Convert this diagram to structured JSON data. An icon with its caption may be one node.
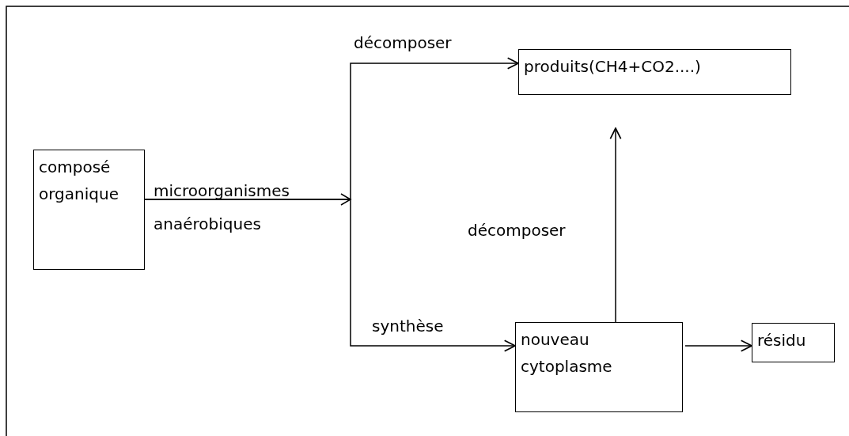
{
  "diagram": {
    "nodes": [
      {
        "text": [
          "composé organique"
        ]
      },
      {
        "text": [
          "produits(CH4+CO2....)"
        ]
      },
      {
        "text": [
          "nouveau cytoplasme"
        ]
      },
      {
        "text": [
          "résidu"
        ]
      }
    ],
    "edges": [
      {
        "from": 0,
        "to": 1,
        "arrow": "to",
        "label": "décomposer"
      },
      {
        "from": 0,
        "to": 2,
        "arrow": "to",
        "label": "synthèse"
      },
      {
        "from": 2,
        "to": 1,
        "arrow": "to",
        "label": "décomposer"
      },
      {
        "from": 2,
        "to": 3,
        "arrow": "to"
      }
    ],
    "labels": [
      "microorganismes anaérobiques"
    ]
  }
}
